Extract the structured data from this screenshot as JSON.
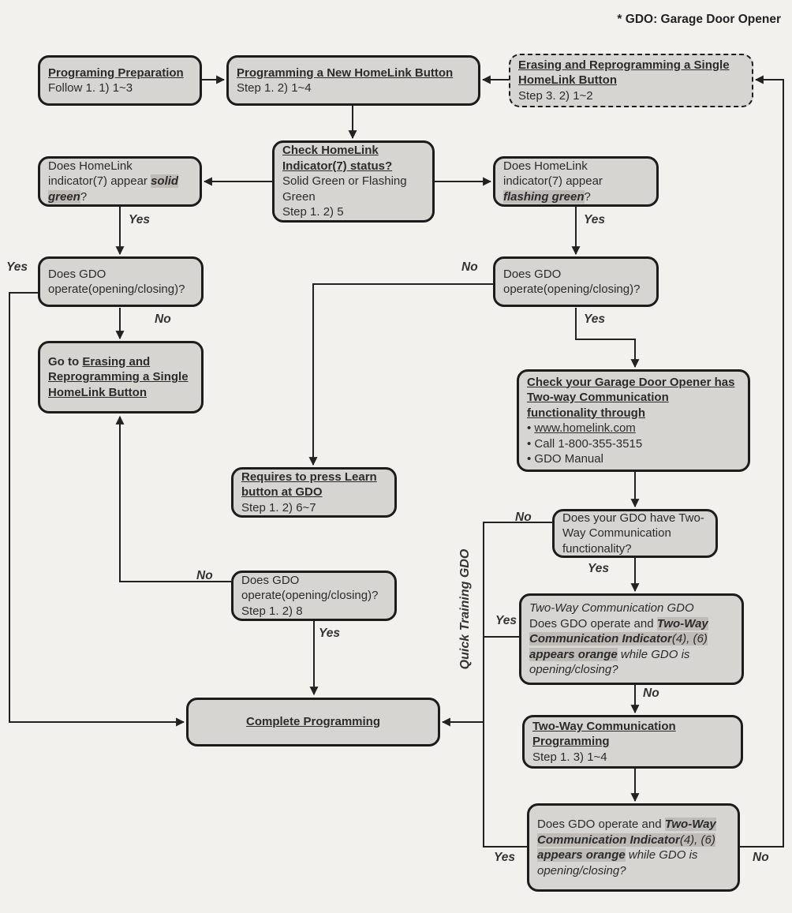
{
  "note": "* GDO: Garage Door Opener",
  "labels": {
    "yes": "Yes",
    "no": "No",
    "quick_training": "Quick Training GDO"
  },
  "colors": {
    "background": "#f3f1ee",
    "box_fill": "#d7d5d2",
    "box_border": "#1c1c1c",
    "highlight": "#bfbcb8",
    "line": "#222222",
    "text": "#2b2b2b"
  },
  "boxes": {
    "prep": {
      "title": "Programing Preparation",
      "subtitle": "Follow 1. 1) 1~3"
    },
    "new_button": {
      "title": "Programming a New HomeLink Button",
      "subtitle": "Step 1. 2) 1~4"
    },
    "erase_reprogram": {
      "title": "Erasing and Reprogramming a Single HomeLink Button",
      "subtitle": "Step 3. 2) 1~2"
    },
    "check_indicator": {
      "title": "Check HomeLink Indicator(7) status?",
      "line2": "Solid Green or Flashing Green",
      "line3": "Step 1. 2) 5"
    },
    "q_solid": {
      "pre": "Does HomeLink indicator(7) appear ",
      "em": "solid green",
      "post": "?"
    },
    "q_flashing": {
      "pre": "Does HomeLink indicator(7) appear ",
      "em": "flashing green",
      "post": "?"
    },
    "q_gdo_left": {
      "text": "Does GDO operate(opening/closing)?"
    },
    "q_gdo_right": {
      "text": "Does GDO operate(opening/closing)?"
    },
    "goto_erase": {
      "pre": "Go to ",
      "link": "Erasing and Reprogramming a Single HomeLink Button"
    },
    "check_two_way": {
      "title": "Check your Garage Door Opener has Two-way Communication functionality through",
      "bullets": [
        "www.homelink.com",
        "Call 1-800-355-3515",
        "GDO Manual"
      ]
    },
    "learn_button": {
      "title": "Requires to press Learn button at GDO",
      "subtitle": "Step 1. 2) 6~7"
    },
    "q_two_way": {
      "text": "Does your GDO have Two-Way Communication functionality?"
    },
    "q_gdo_step8": {
      "text": "Does GDO operate(opening/closing)?",
      "subtitle": "Step 1. 2) 8"
    },
    "two_way_gdo": {
      "title": "Two-Way Communication GDO",
      "pre": "Does GDO operate and ",
      "em1": "Two-Way Communication Indicator",
      "em2": "(4), (6) ",
      "em3": "appears orange",
      "post": " while GDO is opening/closing?"
    },
    "complete": {
      "title": "Complete Programming"
    },
    "two_way_prog": {
      "title": "Two-Way Communication Programming",
      "subtitle": "Step 1. 3) 1~4"
    },
    "q_orange_final": {
      "pre": "Does GDO operate and ",
      "em1": "Two-Way Communication Indicator",
      "em2": "(4), (6) ",
      "em3": "appears orange",
      "post": " while GDO is opening/closing?"
    }
  }
}
